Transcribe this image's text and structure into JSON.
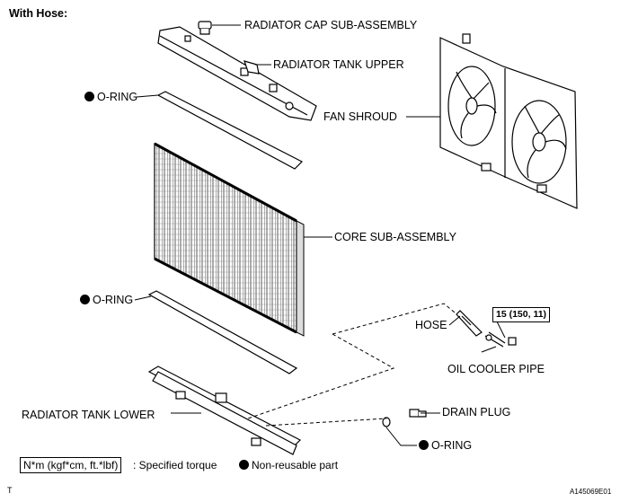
{
  "header": {
    "title": "With Hose:"
  },
  "labels": {
    "radiator_cap": "RADIATOR CAP SUB-ASSEMBLY",
    "tank_upper": "RADIATOR TANK UPPER",
    "oring_top": "O-RING",
    "fan_shroud": "FAN SHROUD",
    "core": "CORE SUB-ASSEMBLY",
    "oring_mid": "O-RING",
    "hose": "HOSE",
    "oil_cooler_pipe": "OIL COOLER PIPE",
    "tank_lower": "RADIATOR TANK LOWER",
    "drain_plug": "DRAIN PLUG",
    "oring_bottom": "O-RING"
  },
  "torque": {
    "value": "15 (150, 11)"
  },
  "legend": {
    "torque_box": "N*m (kgf*cm, ft.*lbf)",
    "torque_text": ": Specified torque",
    "nonreusable_text": "Non-reusable part"
  },
  "footer": {
    "left_mark": "T",
    "figure_id": "A145069E01"
  },
  "icons": {
    "nonreusable": "filled-circle-icon"
  }
}
